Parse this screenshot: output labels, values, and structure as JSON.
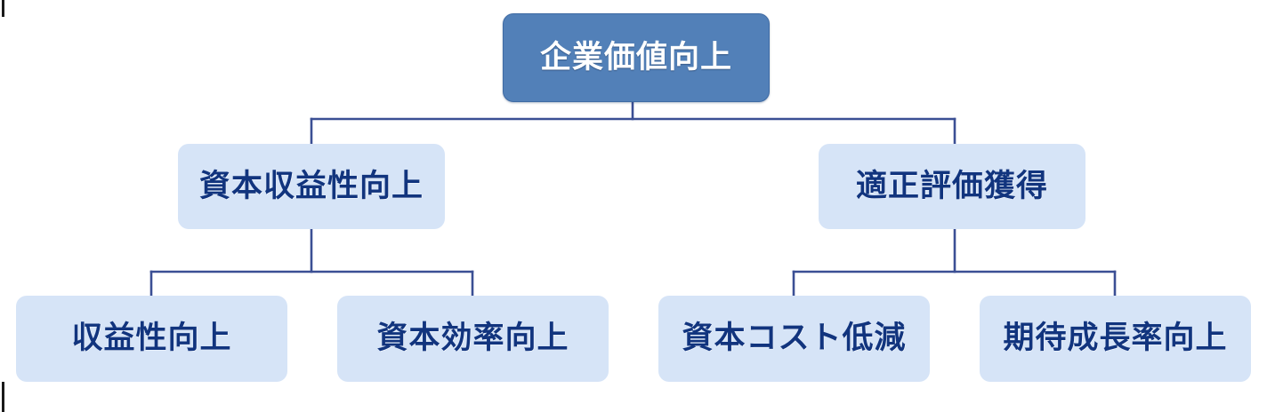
{
  "diagram": {
    "type": "tree",
    "title_node": "企業価値向上",
    "colors": {
      "root_fill": "#5280b8",
      "root_text": "#ffffff",
      "node_fill": "#d6e4f7",
      "node_text": "#11347e",
      "connector": "#3b4f94",
      "background": "#ffffff"
    },
    "levels": [
      {
        "level": 1,
        "nodes": [
          {
            "id": "root",
            "label": "企業価値向上"
          }
        ]
      },
      {
        "level": 2,
        "nodes": [
          {
            "id": "mid-left",
            "label": "資本収益性向上"
          },
          {
            "id": "mid-right",
            "label": "適正評価獲得"
          }
        ]
      },
      {
        "level": 3,
        "nodes": [
          {
            "id": "leaf-1",
            "label": "収益性向上"
          },
          {
            "id": "leaf-2",
            "label": "資本効率向上"
          },
          {
            "id": "leaf-3",
            "label": "資本コスト低減"
          },
          {
            "id": "leaf-4",
            "label": "期待成長率向上"
          }
        ]
      }
    ],
    "edges": [
      {
        "from": "root",
        "to": "mid-left"
      },
      {
        "from": "root",
        "to": "mid-right"
      },
      {
        "from": "mid-left",
        "to": "leaf-1"
      },
      {
        "from": "mid-left",
        "to": "leaf-2"
      },
      {
        "from": "mid-right",
        "to": "leaf-3"
      },
      {
        "from": "mid-right",
        "to": "leaf-4"
      }
    ]
  }
}
